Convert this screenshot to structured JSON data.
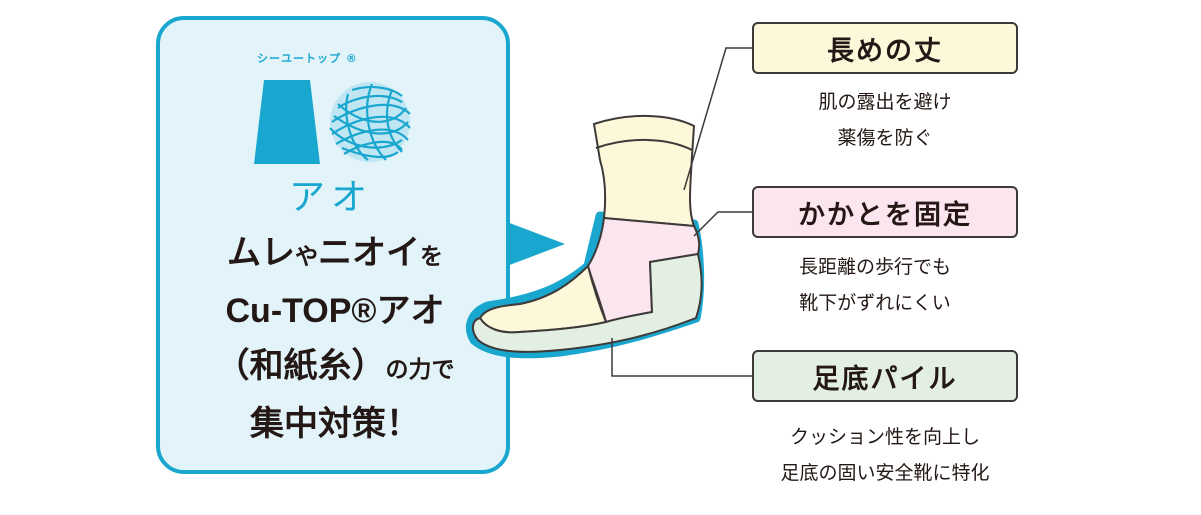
{
  "brand": {
    "ruby": "シーユートップ ®",
    "name": "アオ",
    "color": "#1aa7cf"
  },
  "headline": {
    "line1_a": "ムレ",
    "line1_b": "や",
    "line1_c": "ニオイ",
    "line1_d": "を",
    "line2": "Cu-TOP®アオ",
    "line3_a": "（和紙糸）",
    "line3_b": "の力で",
    "line4": "集中対策！"
  },
  "features": [
    {
      "title": "長めの丈",
      "desc1": "肌の露出を避け",
      "desc2": "薬傷を防ぐ",
      "color": "#fcf8d9"
    },
    {
      "title": "かかとを固定",
      "desc1": "長距離の歩行でも",
      "desc2": "靴下がずれにくい",
      "color": "#fbe6ef"
    },
    {
      "title": "足底パイル",
      "desc1": "クッション性を向上し",
      "desc2": "足底の固い安全靴に特化",
      "color": "#e3efe2"
    }
  ]
}
